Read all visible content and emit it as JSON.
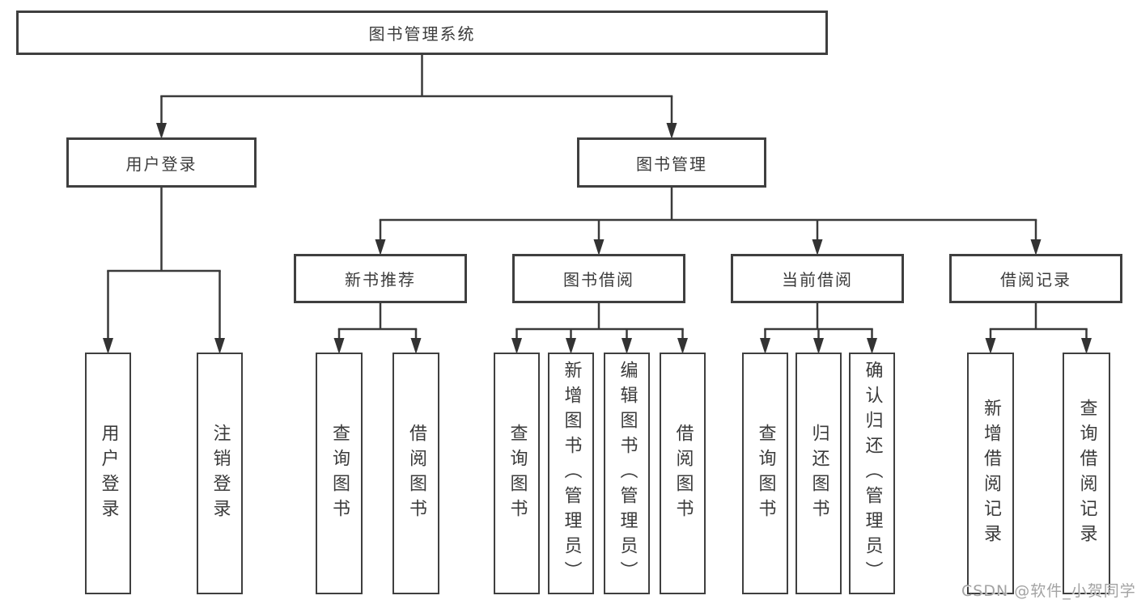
{
  "diagram": {
    "nodes": [
      {
        "id": "root",
        "label": "图书管理系统"
      },
      {
        "id": "user-login",
        "label": "用户登录"
      },
      {
        "id": "book-management",
        "label": "图书管理"
      },
      {
        "id": "new-book-recommend",
        "label": "新书推荐"
      },
      {
        "id": "book-borrowing",
        "label": "图书借阅"
      },
      {
        "id": "current-borrowing",
        "label": "当前借阅"
      },
      {
        "id": "borrowing-records",
        "label": "借阅记录"
      },
      {
        "id": "leaf-user-login",
        "label": "用户登录"
      },
      {
        "id": "leaf-logout",
        "label": "注销登录"
      },
      {
        "id": "leaf-recommend-query-books",
        "label": "查询图书"
      },
      {
        "id": "leaf-recommend-borrow-books",
        "label": "借阅图书"
      },
      {
        "id": "leaf-borrow-query-books",
        "label": "查询图书"
      },
      {
        "id": "leaf-borrow-add-books",
        "label": "新增图书（管理员）"
      },
      {
        "id": "leaf-borrow-edit-books",
        "label": "编辑图书（管理员）"
      },
      {
        "id": "leaf-borrow-borrow-books",
        "label": "借阅图书"
      },
      {
        "id": "leaf-current-query-books",
        "label": "查询图书"
      },
      {
        "id": "leaf-current-return-books",
        "label": "归还图书"
      },
      {
        "id": "leaf-current-confirm-return",
        "label": "确认归还（管理员）"
      },
      {
        "id": "leaf-records-add-record",
        "label": "新增借阅记录"
      },
      {
        "id": "leaf-records-query-record",
        "label": "查询借阅记录"
      }
    ],
    "edges": [
      {
        "from": "root",
        "to": [
          "user-login",
          "book-management"
        ]
      },
      {
        "from": "user-login",
        "to": [
          "leaf-user-login",
          "leaf-logout"
        ]
      },
      {
        "from": "book-management",
        "to": [
          "new-book-recommend",
          "book-borrowing",
          "current-borrowing",
          "borrowing-records"
        ]
      },
      {
        "from": "new-book-recommend",
        "to": [
          "leaf-recommend-query-books",
          "leaf-recommend-borrow-books"
        ]
      },
      {
        "from": "book-borrowing",
        "to": [
          "leaf-borrow-query-books",
          "leaf-borrow-add-books",
          "leaf-borrow-edit-books",
          "leaf-borrow-borrow-books"
        ]
      },
      {
        "from": "current-borrowing",
        "to": [
          "leaf-current-query-books",
          "leaf-current-return-books",
          "leaf-current-confirm-return"
        ]
      },
      {
        "from": "borrowing-records",
        "to": [
          "leaf-records-add-record",
          "leaf-records-query-record"
        ]
      }
    ]
  },
  "watermark": {
    "text": "CSDN @软件_小贺同学"
  },
  "colors": {
    "background": "#ffffff",
    "box_border": "#3f3f3f",
    "text": "#3b3b3b",
    "line": "#3a3a3a",
    "arrow": "#333333",
    "watermark": "#a3a3a3"
  }
}
